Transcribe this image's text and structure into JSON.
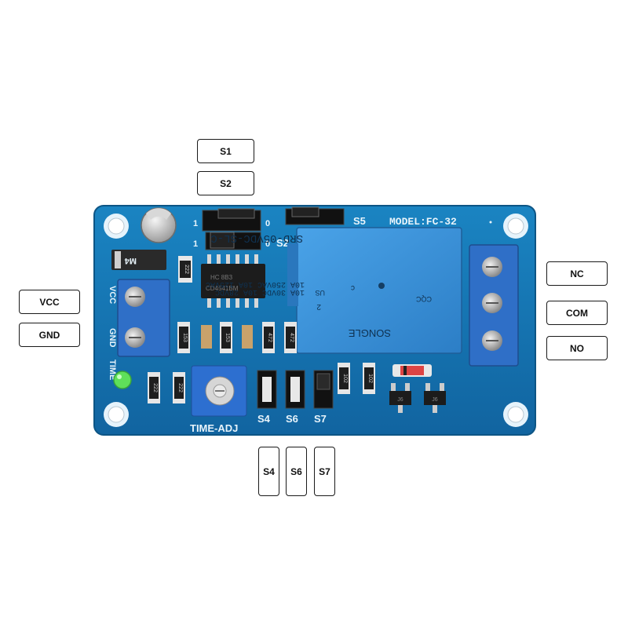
{
  "callouts": {
    "s1": "S1",
    "s2": "S2",
    "vcc": "VCC",
    "gnd": "GND",
    "nc": "NC",
    "com": "COM",
    "no": "NO",
    "s4": "S4",
    "s6": "S6",
    "s7": "S7"
  },
  "board": {
    "model": "MODEL:FC-32",
    "jumper_1_top": "1",
    "jumper_0_top": "0",
    "jumper_1_bottom": "1",
    "jumper_0_bottom": "0",
    "s2": "S2",
    "s5": "S5",
    "vcc": "VCC",
    "gnd": "GND",
    "time": "TIME",
    "time_adj": "TIME-ADJ",
    "s4": "S4",
    "s6": "S6",
    "s7": "S7",
    "diode": "M4",
    "ic_line1": "HC 8B3",
    "ic_line2": "CD4541BM",
    "res_top": "222",
    "res_row": [
      "153",
      "153",
      "472",
      "472"
    ],
    "res_bottom_left_1": "222",
    "res_bottom_left_2": "222",
    "res_right_1": "102",
    "res_right_2": "102",
    "trans_1": "J6",
    "trans_2": "J6"
  },
  "relay": {
    "model": "SRD-05VDC-SL-C",
    "line1": "10A 250VAC  10A 125VAC",
    "line2": "10A 30VDC  10A 28VDC",
    "brand": "SONGLE",
    "pin": "2",
    "us": "US",
    "c": "c",
    "cqc": "CQC"
  },
  "colors": {
    "pcb": "#1578b5",
    "relay": "#3a8fd4",
    "terminal": "#2f6fc7",
    "led": "#5fe05a"
  }
}
